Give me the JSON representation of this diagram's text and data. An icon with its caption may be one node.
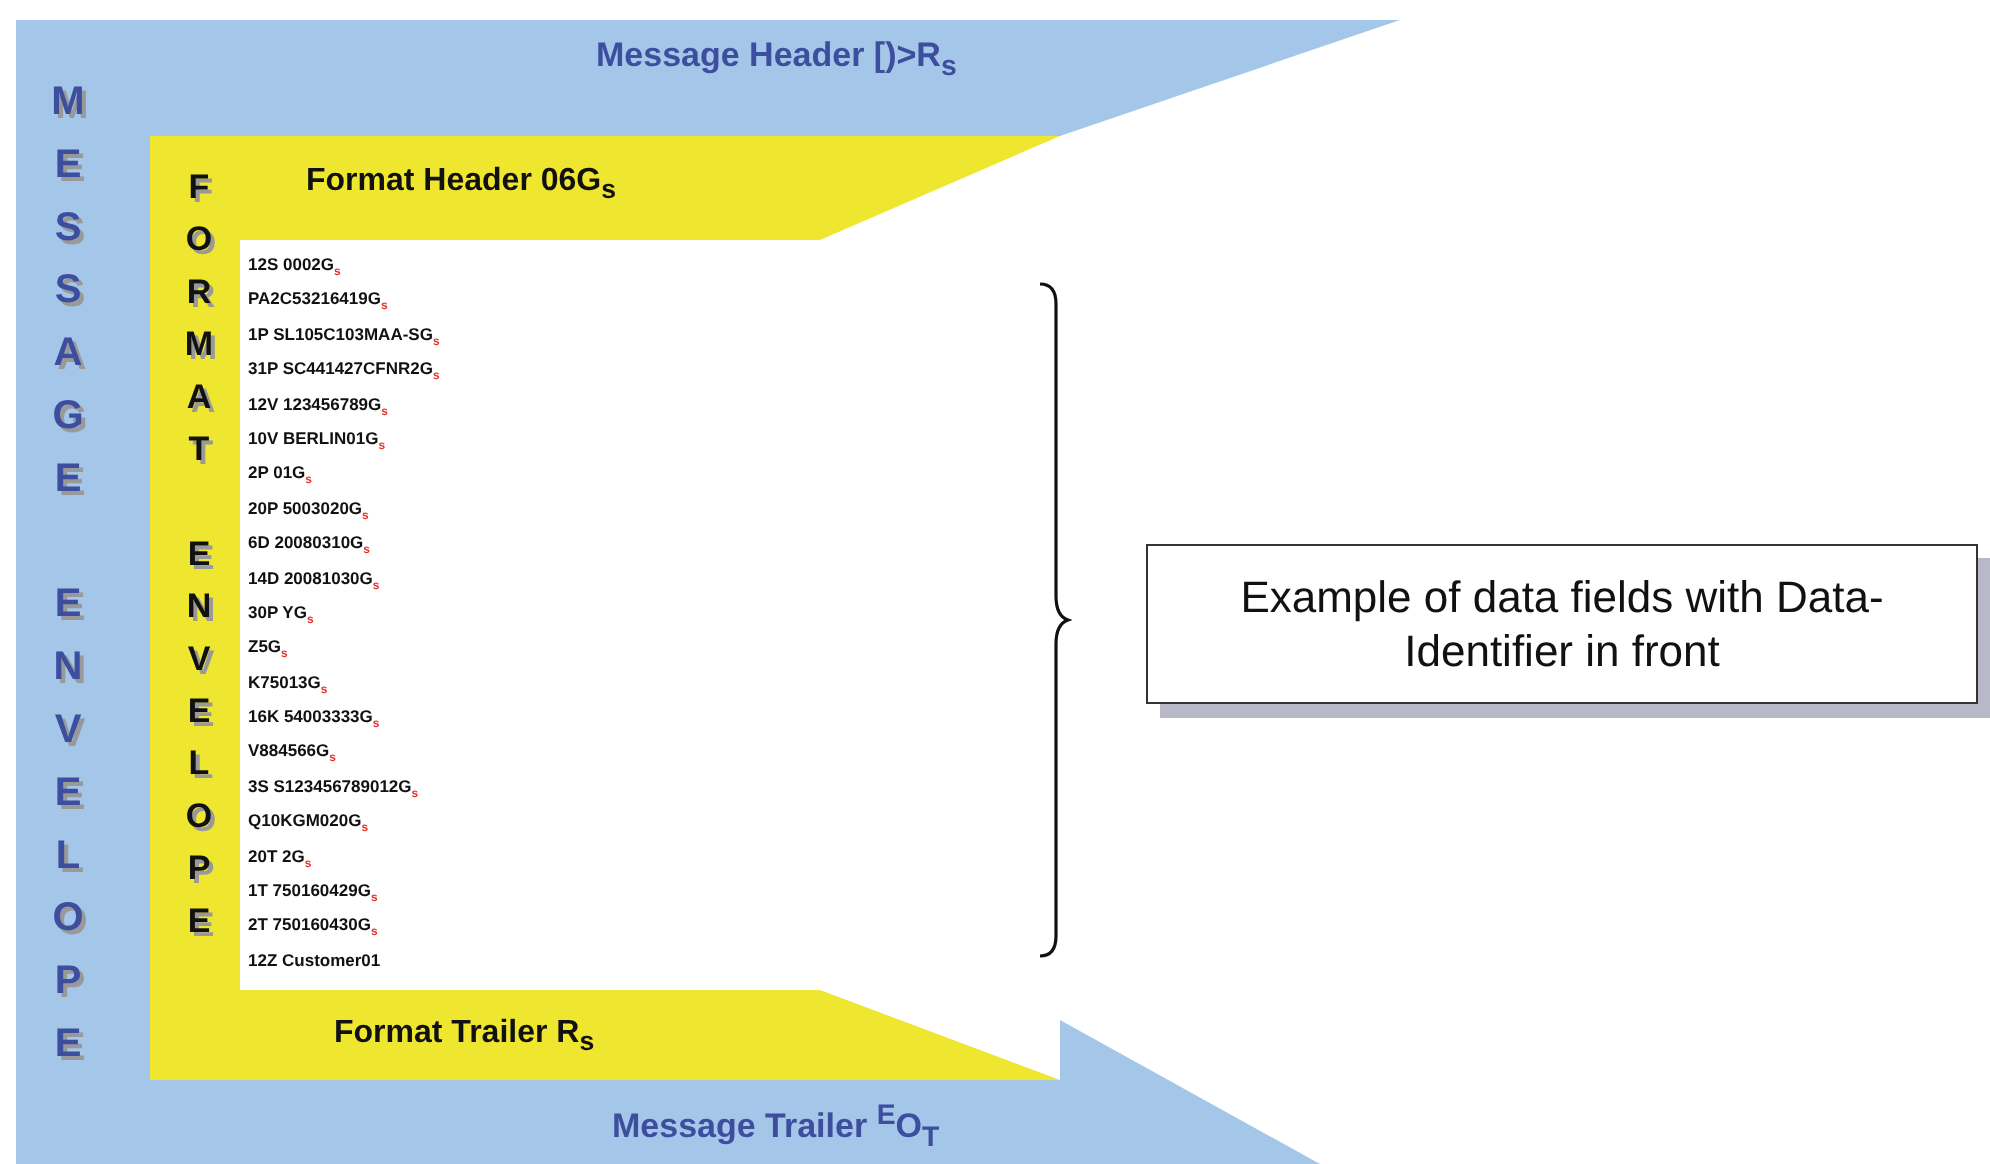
{
  "diagram": {
    "nodes": [
      {
        "text": [
          "MESSAGE ENVELOPE",
          "Message Header [)>R$_{s}$",
          "Message Trailer $^{E}$O$_{T}$"
        ]
      },
      {
        "text": [
          "FORMAT ENVELOPE",
          "Format Header 06G$_{s}$",
          "Format Trailer R$_{s}$"
        ],
        "in": 0
      },
      {
        "text": [
          "12S 0002G$_{s}$",
          "PA2C53216419G$_{s}$",
          "1P SL105C103MAA-SG$_{s}$",
          "31P SC441427CFNR2G$_{s}$",
          "12V 123456789G$_{s}$",
          "10V BERLIN01G$_{s}$",
          "2P 01G$_{s}$",
          "20P 5003020G$_{s}$",
          "6D 20080310G$_{s}$",
          "14D 20081030G$_{s}$",
          "30P YG$_{s}$",
          "Z5G$_{s}$",
          "K75013G$_{s}$",
          "16K 54003333G$_{s}$",
          "V884566G$_{s}$",
          "3S S123456789012G$_{s}$",
          "Q10KGM020G$_{s}$",
          "20T 2G$_{s}$",
          "1T 750160429G$_{s}$",
          "2T 750160430G$_{s}$",
          "12Z Customer01"
        ],
        "in": 1
      },
      {
        "text": [
          "Example of data fields with Data-Identifier in front"
        ]
      }
    ]
  }
}
